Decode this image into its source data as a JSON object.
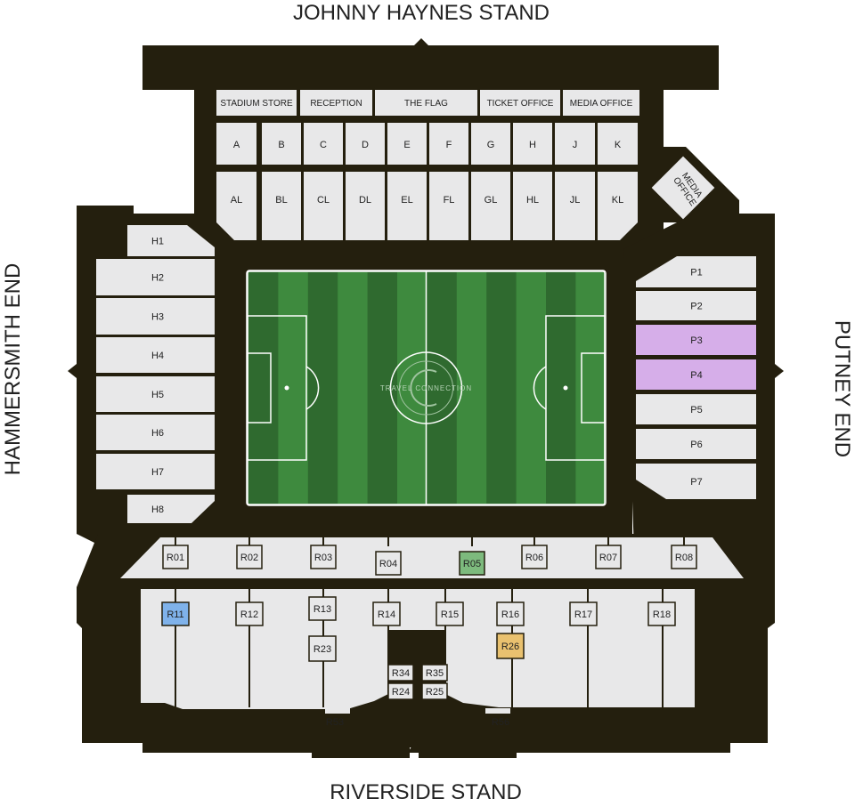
{
  "stands": {
    "north": "JOHNNY HAYNES STAND",
    "south": "RIVERSIDE STAND",
    "west": "HAMMERSMITH END",
    "east": "PUTNEY END"
  },
  "facilities": [
    "STADIUM STORE",
    "RECEPTION",
    "THE FLAG",
    "TICKET OFFICE",
    "MEDIA OFFICE"
  ],
  "media_office": [
    "MEDIA",
    "OFFICE"
  ],
  "north_upper": [
    "A",
    "B",
    "C",
    "D",
    "E",
    "F",
    "G",
    "H",
    "J",
    "K"
  ],
  "north_lower": [
    "AL",
    "BL",
    "CL",
    "DL",
    "EL",
    "FL",
    "GL",
    "HL",
    "JL",
    "KL"
  ],
  "west_blocks": [
    "H1",
    "H2",
    "H3",
    "H4",
    "H5",
    "H6",
    "H7",
    "H8"
  ],
  "east_blocks": [
    "P1",
    "P2",
    "P3",
    "P4",
    "P5",
    "P6",
    "P7"
  ],
  "east_highlight": {
    "P3": "#d6aee9",
    "P4": "#d6aee9"
  },
  "south_front": [
    "R01",
    "R02",
    "R03",
    "R04",
    "R05",
    "R06",
    "R07",
    "R08"
  ],
  "south_rear": [
    "R11",
    "R12",
    "R13",
    "R14",
    "R15",
    "R16",
    "R17",
    "R18"
  ],
  "south_inner": [
    "R23",
    "R26",
    "R34",
    "R35",
    "R24",
    "R25"
  ],
  "south_corners": [
    "R53",
    "R56"
  ],
  "highlights": {
    "R05": "#7dba7d",
    "R11": "#7fb2ea",
    "R26": "#e9c16f"
  },
  "logo_text": "TRAVEL CONNECTION",
  "colors": {
    "structure": "#241f0e",
    "seat": "#e8e8e9",
    "pitch_dark": "#2f6a2f",
    "pitch_light": "#3e8a3e"
  }
}
